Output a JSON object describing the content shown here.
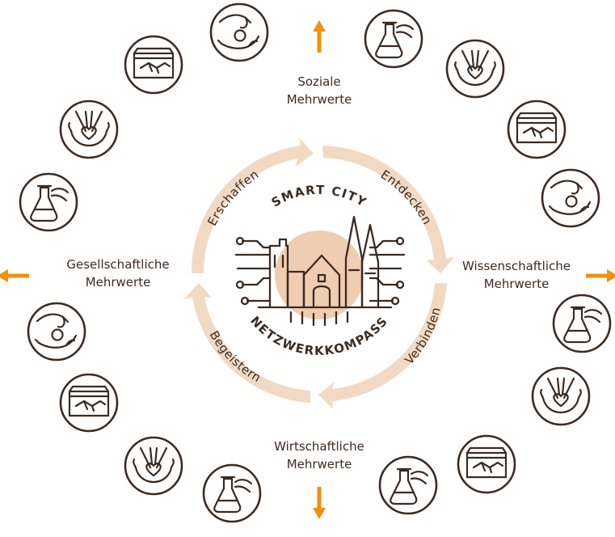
{
  "center": {
    "title_top": "SMART CITY",
    "title_bottom": "NETZWERKKOMPASS"
  },
  "cycle": {
    "top_left": "Erschaffen",
    "top_right": "Entdecken",
    "bottom_right": "Verbinden",
    "bottom_left": "Begeistern"
  },
  "directions": {
    "top": [
      "Soziale",
      "Mehrwerte"
    ],
    "right": [
      "Wissenschaftliche",
      "Mehrwerte"
    ],
    "bottom": [
      "Wirtschaftliche",
      "Mehrwerte"
    ],
    "left": [
      "Gesellschaftliche",
      "Mehrwerte"
    ]
  },
  "icon_ring": [
    "hand-coin-icon",
    "flask-icon",
    "heart-hands-icon",
    "handshake-box-icon",
    "hand-coin-icon",
    "flask-icon",
    "heart-hands-icon",
    "handshake-box-icon",
    "hand-coin-icon",
    "flask-icon",
    "heart-hands-icon",
    "handshake-box-icon",
    "hand-coin-icon",
    "flask-icon",
    "heart-hands-icon",
    "handshake-box-icon"
  ],
  "colors": {
    "ink": "#3a2b22",
    "accent": "#f0900f",
    "ring": "#f2d9c2",
    "sun": "#efcdb0"
  }
}
